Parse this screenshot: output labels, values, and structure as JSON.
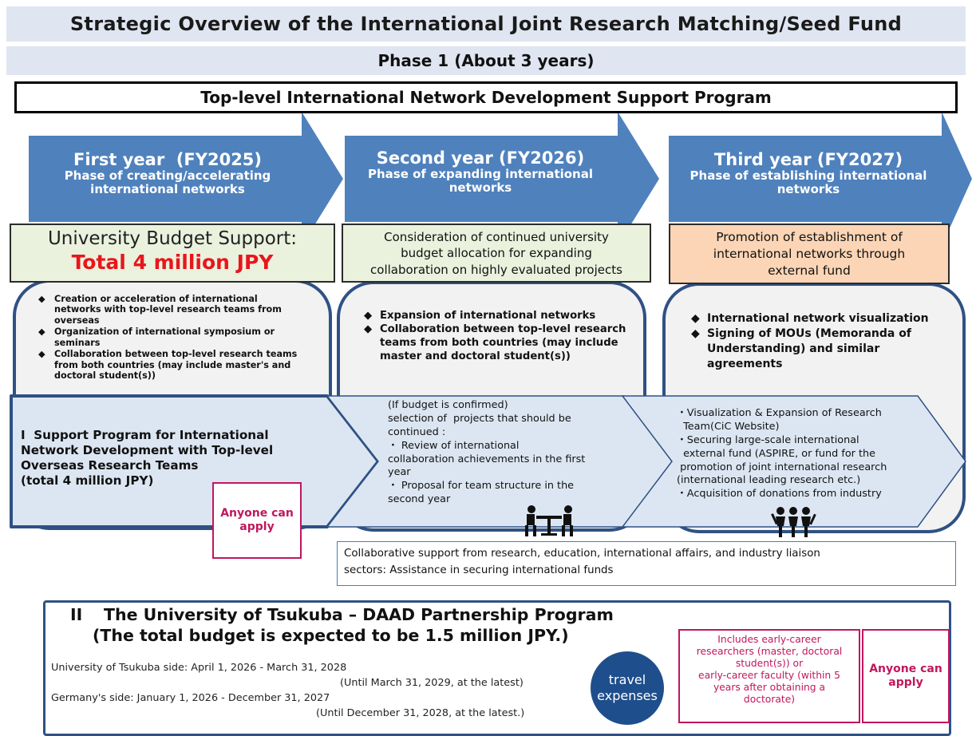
{
  "title": "Strategic Overview of the International Joint Research Matching/Seed Fund",
  "phase": "Phase 1 (About 3 years)",
  "program": "Top-level International Network Development Support Program",
  "years": [
    {
      "heading": "First year  (FY2025)",
      "sub1": "Phase of creating/accelerating",
      "sub2": "international networks"
    },
    {
      "heading": "Second year (FY2026)",
      "sub1": "Phase of expanding international",
      "sub2": "networks"
    },
    {
      "heading": "Third year (FY2027)",
      "sub1": "Phase of establishing international",
      "sub2": "networks"
    }
  ],
  "budget1": {
    "line1": "University Budget Support:",
    "line2": "Total 4 million JPY"
  },
  "budget2": {
    "line1": "Consideration of continued university",
    "line2": "budget allocation for expanding",
    "line3": "collaboration on highly evaluated projects"
  },
  "budget3": {
    "line1": "Promotion of establishment of",
    "line2": "international networks through",
    "line3": "external fund"
  },
  "bullets1": [
    "Creation or acceleration of international networks with top-level research teams from overseas",
    "Organization of international symposium or seminars",
    "Collaboration between top-level research teams from both countries (may include master's and doctoral student(s))"
  ],
  "bullets2": [
    "Expansion of international networks",
    "Collaboration between top-level research teams from both countries (may include master and doctoral student(s))"
  ],
  "bullets3": [
    "International network visualization",
    "Signing of MOUs (Memoranda of Understanding) and similar agreements"
  ],
  "program1": {
    "line1": "I  Support Program for International",
    "line2": "Network Development with Top-level",
    "line3": "Overseas Research Teams",
    "line4": "(total 4 million JPY)"
  },
  "apply_label": {
    "line1": "Anyone can",
    "line2": "apply"
  },
  "middle_lines": [
    "(If budget is confirmed)",
    "selection of  projects that should be",
    "continued :",
    "・ Review of international",
    "collaboration achievements in the first",
    "year",
    "・ Proposal for team structure in the",
    "second year"
  ],
  "right_lines": [
    "・Visualization & Expansion of Research",
    "  Team(CiC Website)",
    "・Securing large-scale international",
    "  external fund (ASPIRE, or fund for the",
    " promotion of joint international research",
    "(international leading research etc.)",
    "・Acquisition of donations from industry"
  ],
  "collab": {
    "line1": "Collaborative support from research, education, international affairs, and industry liaison",
    "line2": "sectors: Assistance in securing international funds"
  },
  "daad": {
    "numeral": "II",
    "title1": "The University of Tsukuba – DAAD Partnership Program",
    "title2": "(The total budget is expected to be 1.5 million JPY.)",
    "date1": "University of Tsukuba side: April 1, 2026 - March 31, 2028",
    "date2": "(Until March 31, 2029, at the latest)",
    "date3": "Germany's side: January 1, 2026 - December 31, 2027",
    "date4": "(Until December 31, 2028, at the latest.)"
  },
  "travel": {
    "line1": "travel",
    "line2": "expenses"
  },
  "includes": {
    "line1": "Includes early-career",
    "line2": "researchers (master, doctoral",
    "line3": "student(s)) or",
    "line4": "early-career faculty (within 5",
    "line5": "years after obtaining a",
    "line6": "doctorate)"
  },
  "apply2": {
    "line1": "Anyone can",
    "line2": "apply"
  },
  "colors": {
    "arrow": "#4f81bd",
    "navy": "#2f5184",
    "band": "#dfe6f1",
    "green_box": "#eaf1dd",
    "orange_box": "#fbd5b5",
    "red": "#e8161c",
    "magenta": "#c0175d"
  }
}
